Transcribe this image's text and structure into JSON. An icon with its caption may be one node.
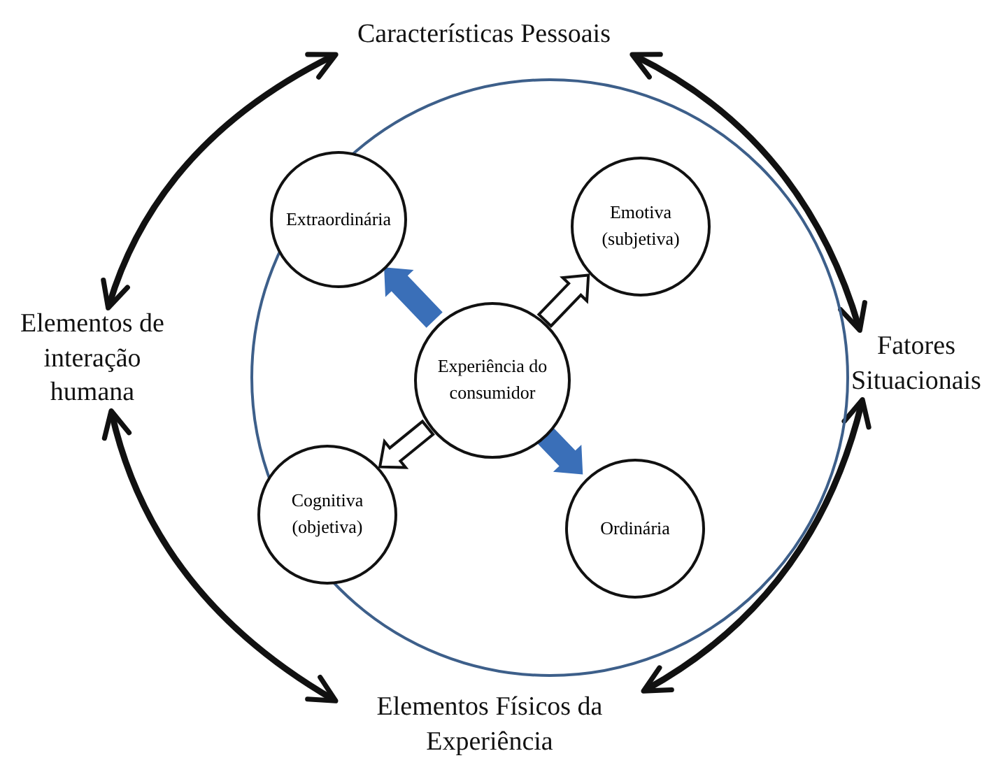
{
  "diagram": {
    "nodes": [
      {
        "text": [],
        "shape": "circle"
      },
      {
        "text": [
          "Extraordinária"
        ],
        "in": 0
      },
      {
        "text": [
          "Emotiva (subjetiva)"
        ],
        "in": 0
      },
      {
        "text": [
          "Experiência do consumidor"
        ],
        "in": 0
      },
      {
        "text": [
          "Cognitiva (objetiva)"
        ],
        "in": 0
      },
      {
        "text": [
          "Ordinária"
        ],
        "in": 0
      },
      {
        "text": [
          "Características Pessoais"
        ]
      },
      {
        "text": [
          "Fatores Situacionais"
        ]
      },
      {
        "text": [
          "Elementos Físicos da Experiência"
        ]
      },
      {
        "text": [
          "Elementos de interação humana"
        ]
      }
    ],
    "edges": [
      {
        "from": 9,
        "to": 6,
        "arrow": "both"
      },
      {
        "from": 6,
        "to": 7,
        "arrow": "both"
      },
      {
        "from": 7,
        "to": 8,
        "arrow": "both"
      },
      {
        "from": 8,
        "to": 9,
        "arrow": "both"
      },
      {
        "from": 3,
        "to": 1,
        "arrow": "to",
        "color": "#3a6fb8"
      },
      {
        "from": 3,
        "to": 2,
        "arrow": "to"
      },
      {
        "from": 3,
        "to": 4,
        "arrow": "to"
      },
      {
        "from": 3,
        "to": 5,
        "arrow": "to",
        "color": "#3a6fb8"
      }
    ]
  }
}
